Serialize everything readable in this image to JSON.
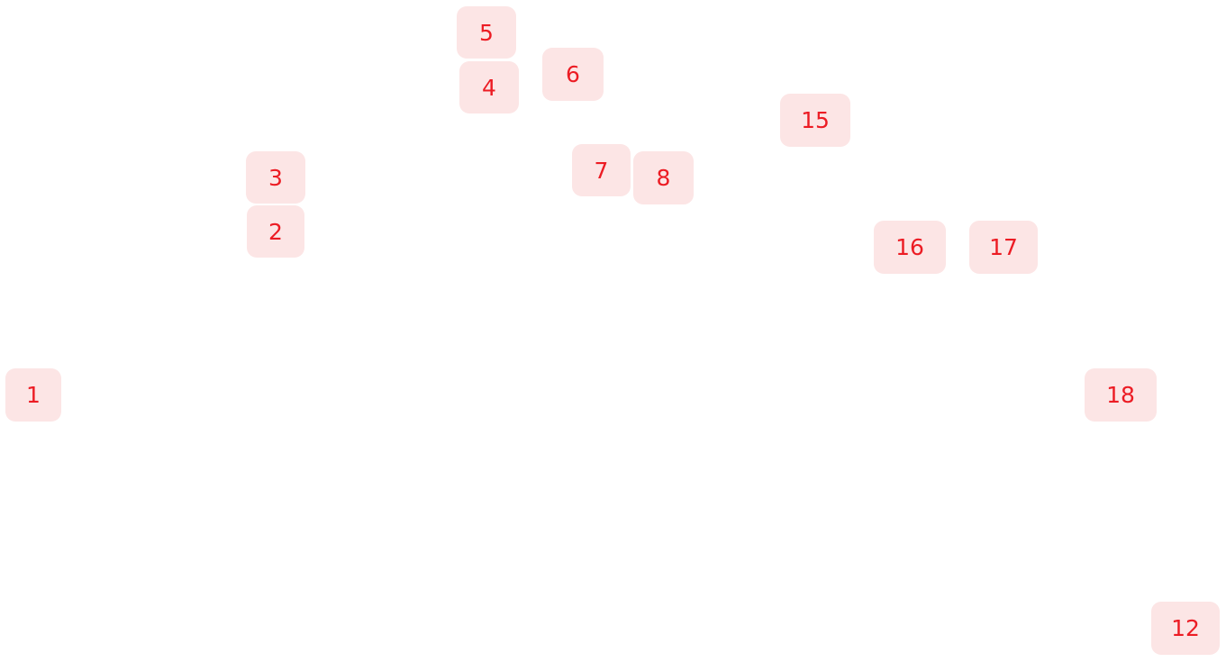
{
  "tiles": [
    {
      "id": "t1",
      "label": "1"
    },
    {
      "id": "t2",
      "label": "2"
    },
    {
      "id": "t3",
      "label": "3"
    },
    {
      "id": "t4",
      "label": "4"
    },
    {
      "id": "t5",
      "label": "5"
    },
    {
      "id": "t6",
      "label": "6"
    },
    {
      "id": "t7",
      "label": "7"
    },
    {
      "id": "t8",
      "label": "8"
    },
    {
      "id": "t15",
      "label": "15"
    },
    {
      "id": "t16",
      "label": "16"
    },
    {
      "id": "t17",
      "label": "17"
    },
    {
      "id": "t18",
      "label": "18"
    },
    {
      "id": "t12",
      "label": "12"
    }
  ],
  "colors": {
    "tile_background": "#fce5e5",
    "tile_text": "#ec1c24",
    "page_background": "#ffffff"
  }
}
